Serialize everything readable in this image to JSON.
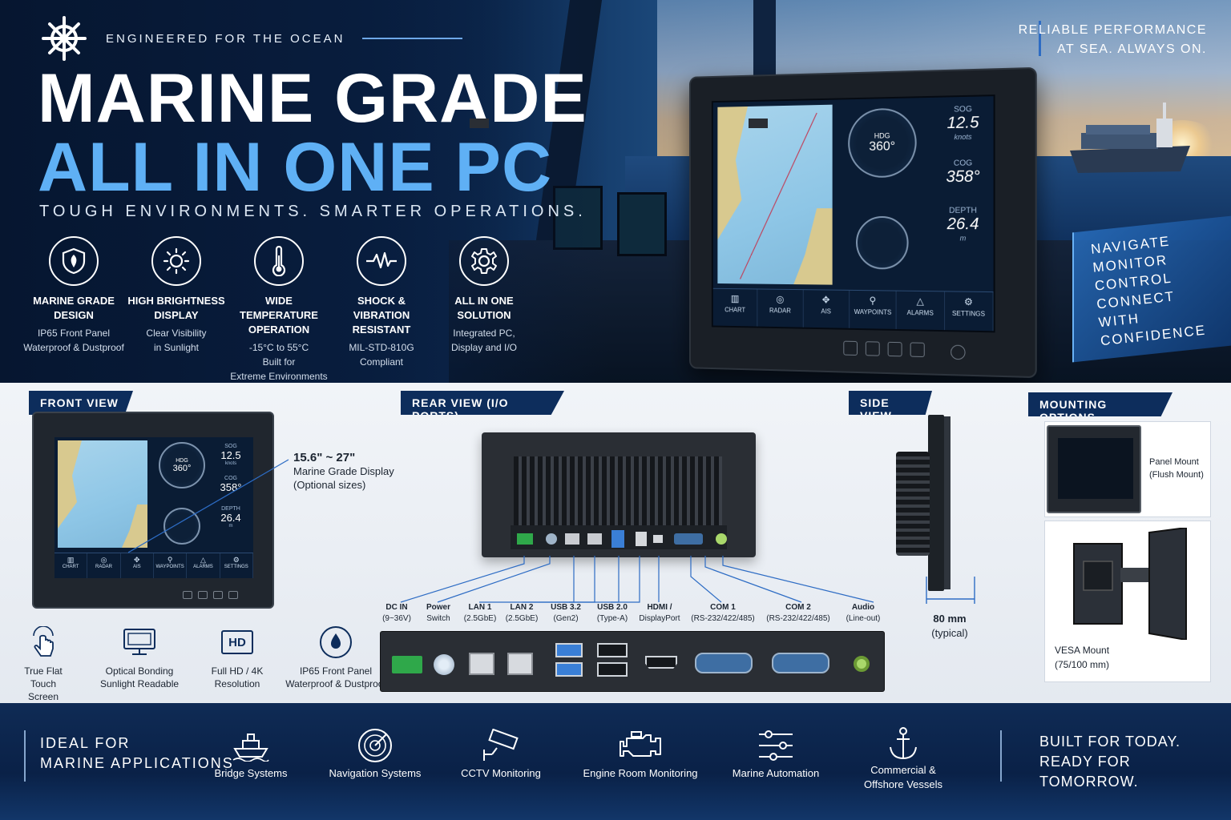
{
  "hero": {
    "kicker": "ENGINEERED FOR THE OCEAN",
    "title_line1": "MARINE GRADE",
    "title_line2": "ALL IN ONE PC",
    "subtitle": "TOUGH ENVIRONMENTS. SMARTER OPERATIONS.",
    "reliable_line1": "RELIABLE PERFORMANCE",
    "reliable_line2": "AT SEA. ALWAYS ON.",
    "nav_lines": [
      "NAVIGATE",
      "MONITOR",
      "CONTROL",
      "CONNECT",
      "WITH CONFIDENCE"
    ],
    "features": [
      {
        "icon": "shield-icon",
        "title1": "MARINE GRADE",
        "title2": "DESIGN",
        "desc1": "IP65 Front Panel",
        "desc2": "Waterproof & Dustproof",
        "desc3": ""
      },
      {
        "icon": "sun-icon",
        "title1": "HIGH BRIGHTNESS",
        "title2": "DISPLAY",
        "desc1": "Clear Visibility",
        "desc2": "in Sunlight",
        "desc3": ""
      },
      {
        "icon": "thermometer-icon",
        "title1": "WIDE TEMPERATURE",
        "title2": "OPERATION",
        "desc1": "-15°C to 55°C",
        "desc2": "Built for",
        "desc3": "Extreme Environments"
      },
      {
        "icon": "waveform-icon",
        "title1": "SHOCK & VIBRATION",
        "title2": "RESISTANT",
        "desc1": "MIL-STD-810G",
        "desc2": "Compliant",
        "desc3": ""
      },
      {
        "icon": "gear-icon",
        "title1": "ALL IN ONE",
        "title2": "SOLUTION",
        "desc1": "Integrated PC,",
        "desc2": "Display and I/O",
        "desc3": ""
      }
    ]
  },
  "screen": {
    "sog_label": "SOG",
    "sog_value": "12.5",
    "sog_unit": "knots",
    "cog_label": "COG",
    "cog_value": "358°",
    "depth_label": "DEPTH",
    "depth_value": "26.4",
    "depth_unit": "m",
    "hdg_label": "HDG",
    "hdg_value": "360°",
    "nav": [
      "CHART",
      "RADAR",
      "AIS",
      "WAYPOINTS",
      "ALARMS",
      "SETTINGS"
    ]
  },
  "front": {
    "tag": "FRONT VIEW",
    "callout_size": "15.6\" ~ 27\"",
    "callout_line2": "Marine Grade Display",
    "callout_line3": "(Optional sizes)",
    "minis": [
      {
        "icon": "touch-icon",
        "l1": "True Flat",
        "l2": "Touch Screen"
      },
      {
        "icon": "monitor-icon",
        "l1": "Optical Bonding",
        "l2": "Sunlight Readable"
      },
      {
        "icon": "hd-icon",
        "l1": "Full HD / 4K",
        "l2": "Resolution",
        "badge": "HD"
      },
      {
        "icon": "water-drop-icon",
        "l1": "IP65 Front Panel",
        "l2": "Waterproof & Dustproof"
      }
    ]
  },
  "rear": {
    "tag": "REAR VIEW (I/O PORTS)",
    "ports": [
      {
        "l1": "DC IN",
        "l2": "(9~36V)"
      },
      {
        "l1": "Power",
        "l2": "Switch"
      },
      {
        "l1": "LAN 1",
        "l2": "(2.5GbE)"
      },
      {
        "l1": "LAN 2",
        "l2": "(2.5GbE)"
      },
      {
        "l1": "USB 3.2",
        "l2": "(Gen2)"
      },
      {
        "l1": "USB 2.0",
        "l2": "(Type-A)"
      },
      {
        "l1": "HDMI /",
        "l2": "DisplayPort"
      },
      {
        "l1": "COM 1",
        "l2": "(RS-232/422/485)"
      },
      {
        "l1": "COM 2",
        "l2": "(RS-232/422/485)"
      },
      {
        "l1": "Audio",
        "l2": "(Line-out)"
      }
    ]
  },
  "side": {
    "tag": "SIDE VIEW",
    "depth": "80 mm",
    "depth_note": "(typical)"
  },
  "mounting": {
    "tag": "MOUNTING OPTIONS",
    "panel_l1": "Panel Mount",
    "panel_l2": "(Flush Mount)",
    "vesa_l1": "VESA Mount",
    "vesa_l2": "(75/100 mm)"
  },
  "bottom": {
    "ideal_l1": "IDEAL FOR",
    "ideal_l2": "MARINE APPLICATIONS",
    "apps": [
      {
        "icon": "ship-icon",
        "l1": "Bridge Systems",
        "l2": ""
      },
      {
        "icon": "radar-icon",
        "l1": "Navigation Systems",
        "l2": ""
      },
      {
        "icon": "cctv-icon",
        "l1": "CCTV Monitoring",
        "l2": ""
      },
      {
        "icon": "engine-icon",
        "l1": "Engine Room Monitoring",
        "l2": ""
      },
      {
        "icon": "sliders-icon",
        "l1": "Marine Automation",
        "l2": ""
      },
      {
        "icon": "anchor-icon",
        "l1": "Commercial &",
        "l2": "Offshore Vessels"
      }
    ],
    "built_l1": "BUILT FOR TODAY.",
    "built_l2": "READY FOR TOMORROW."
  },
  "colors": {
    "navy": "#0d2d5c",
    "accent_blue": "#5fb0f5",
    "port_green": "#2fa84a"
  }
}
